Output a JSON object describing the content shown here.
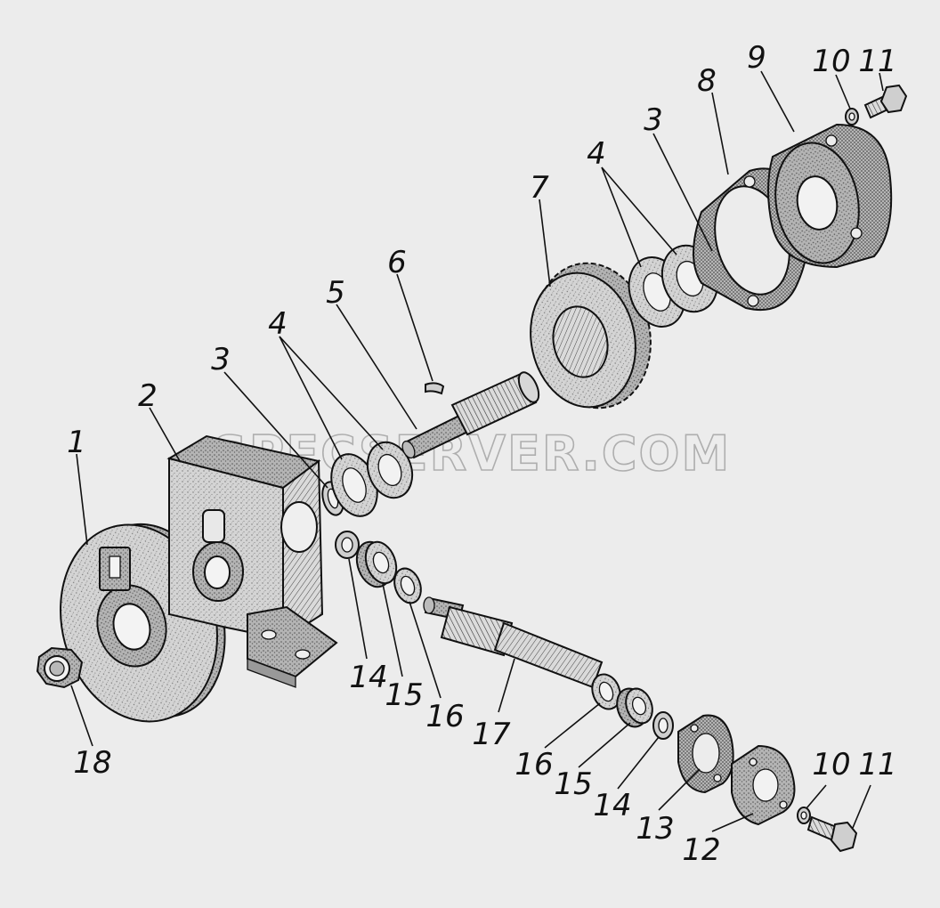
{
  "watermark": "SPECSERVER.COM",
  "callouts": {
    "c1": "1",
    "c2": "2",
    "c3a": "3",
    "c4a": "4",
    "c5": "5",
    "c6": "6",
    "c7": "7",
    "c4b": "4",
    "c3b": "3",
    "c8": "8",
    "c9": "9",
    "c10a": "10",
    "c11a": "11",
    "c14a": "14",
    "c15a": "15",
    "c16a": "16",
    "c17": "17",
    "c16b": "16",
    "c15b": "15",
    "c14b": "14",
    "c13": "13",
    "c12": "12",
    "c10b": "10",
    "c11b": "11",
    "c18": "18"
  },
  "colors": {
    "background": "#ececec",
    "ink": "#111111",
    "part_fill": "#d2d2d2",
    "part_dark": "#a9a9a9",
    "part_light": "#e6e6e6"
  }
}
